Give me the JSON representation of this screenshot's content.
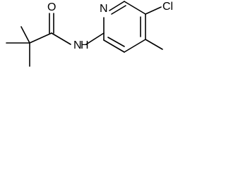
{
  "structure": {
    "atoms": {
      "oxygen": "O",
      "amide_nitrogen": "N",
      "amide_hydrogen": "H",
      "ring_nitrogen": "N",
      "chlorine": "Cl"
    }
  },
  "colors": {
    "bond": "#000000",
    "label": "#000000",
    "background": "#ffffff"
  }
}
